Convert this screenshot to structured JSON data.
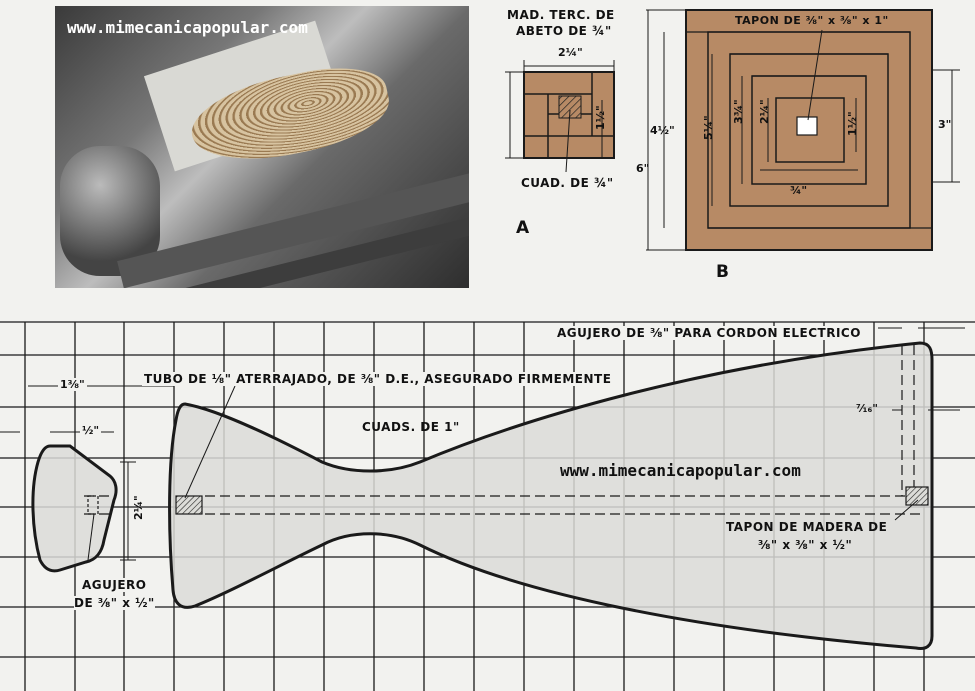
{
  "photo": {
    "watermark": "www.mimecanicapopular.com"
  },
  "figure_a": {
    "title_line1": "MAD. TERC. DE",
    "title_line2": "ABETO DE ¾\"",
    "dim_width": "2¼\"",
    "dim_inner": "1½\"",
    "caption": "CUAD. DE ¾\"",
    "letter": "A"
  },
  "figure_b": {
    "plug_label": "TAPON DE ⅜\" x ⅜\" x 1\"",
    "dim_outer": "6\"",
    "dim_4_5": "4½\"",
    "dim_5_25": "5¼\"",
    "dim_3_75": "3¾\"",
    "dim_2_25": "2¼\"",
    "dim_1_5": "1½\"",
    "dim_3": "3\"",
    "dim_0_75": "¾\"",
    "letter": "B"
  },
  "plan": {
    "cord_hole": "AGUJERO DE ⅜\" PARA CORDON ELECTRICO",
    "tube": "TUBO DE ⅛\" ATERRAJADO, DE ⅜\" D.E., ASEGURADO FIRMEMENTE",
    "grid": "CUADS. DE 1\"",
    "dim_1_375": "1⅜\"",
    "dim_half": "½\"",
    "dim_2_25": "2¼\"",
    "dim_7_16": "⁷⁄₁₆\"",
    "hole_line1": "AGUJERO",
    "hole_line2": "DE ⅜\" x ½\"",
    "plug_line1": "TAPON DE MADERA DE",
    "plug_line2": "⅜\" x ⅜\" x ½\"",
    "watermark": "www.mimecanicapopular.com"
  },
  "colors": {
    "wood": "#b78a65",
    "grid_fill": "#dcdcd8",
    "line": "#1a1a1a"
  }
}
